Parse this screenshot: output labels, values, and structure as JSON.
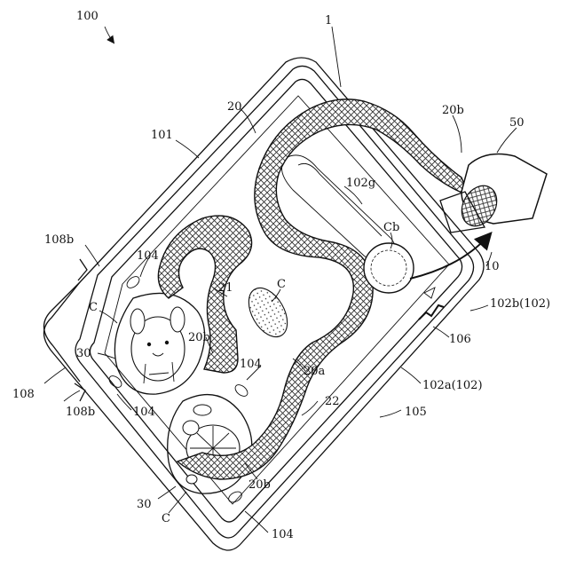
{
  "figure": {
    "labels": [
      {
        "key": "n100",
        "text": "100"
      },
      {
        "key": "n1",
        "text": "1"
      },
      {
        "key": "n20_top",
        "text": "20"
      },
      {
        "key": "n20b_top",
        "text": "20b"
      },
      {
        "key": "n50",
        "text": "50"
      },
      {
        "key": "n101",
        "text": "101"
      },
      {
        "key": "n102g",
        "text": "102g"
      },
      {
        "key": "nCb",
        "text": "Cb"
      },
      {
        "key": "n108b_top",
        "text": "108b"
      },
      {
        "key": "n104_a",
        "text": "104"
      },
      {
        "key": "n21",
        "text": "21"
      },
      {
        "key": "nC_mid",
        "text": "C"
      },
      {
        "key": "nC_left",
        "text": "C"
      },
      {
        "key": "n20b_mid",
        "text": "20b"
      },
      {
        "key": "n10",
        "text": "10"
      },
      {
        "key": "n102b",
        "text": "102b(102)"
      },
      {
        "key": "n106",
        "text": "106"
      },
      {
        "key": "n30_top",
        "text": "30"
      },
      {
        "key": "n20a",
        "text": "20a"
      },
      {
        "key": "n104_b",
        "text": "104"
      },
      {
        "key": "n108",
        "text": "108"
      },
      {
        "key": "n102a",
        "text": "102a(102)"
      },
      {
        "key": "n104_c",
        "text": "104"
      },
      {
        "key": "n22",
        "text": "22"
      },
      {
        "key": "n108b_bot",
        "text": "108b"
      },
      {
        "key": "n105",
        "text": "105"
      },
      {
        "key": "n20b_bot",
        "text": "20b"
      },
      {
        "key": "n30_bot",
        "text": "30"
      },
      {
        "key": "nC_bot",
        "text": "C"
      },
      {
        "key": "n104_d",
        "text": "104"
      }
    ]
  }
}
